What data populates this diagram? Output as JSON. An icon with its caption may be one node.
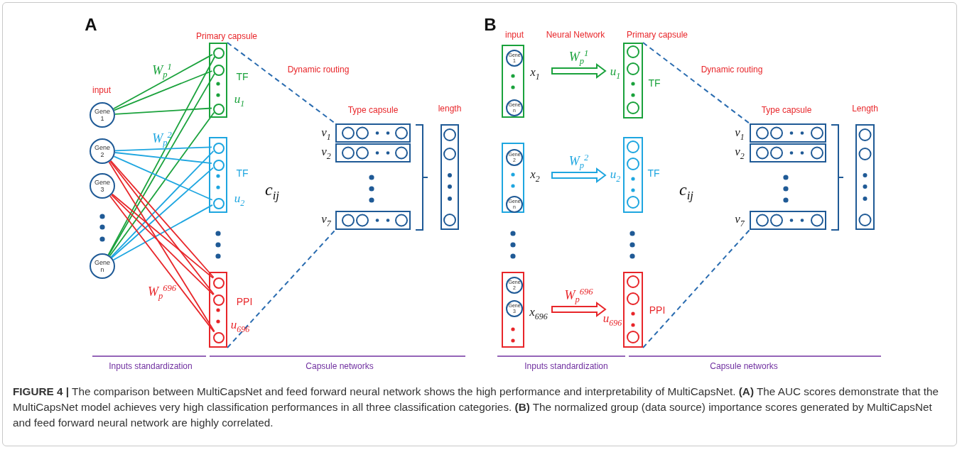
{
  "diagram": {
    "caption": "**FIGURE 4 |** The comparison between MultiCapsNet and feed forward neural network shows the high performance and interpretability of MultiCapsNet. **(A)** The AUC scores demonstrate that the MultiCapsNet model achieves very high classification performances in all three classification categories. **(B)** The normalized group (data source) importance scores generated by MultiCapsNet and feed forward neural network are highly correlated.",
    "nodes": [
      {
        "text": [
          "Gene 1"
        ]
      },
      {
        "text": [
          "Gene 2"
        ]
      },
      {
        "text": [
          "Gene 3"
        ]
      },
      {
        "text": [
          "Gene n"
        ]
      },
      {
        "text": [],
        "shape": "box",
        "beside": [
          "TF",
          "u$_{1}$"
        ]
      },
      {
        "text": [],
        "shape": "circle",
        "in": 4
      },
      {
        "text": [],
        "shape": "circle",
        "in": 4
      },
      {
        "text": [],
        "shape": "circle",
        "in": 4
      },
      {
        "text": [],
        "shape": "box",
        "beside": [
          "TF",
          "u$_{2}$"
        ]
      },
      {
        "text": [],
        "shape": "circle",
        "in": 8
      },
      {
        "text": [],
        "shape": "circle",
        "in": 8
      },
      {
        "text": [],
        "shape": "circle",
        "in": 8
      },
      {
        "text": [],
        "shape": "box",
        "beside": [
          "PPI",
          "u$_{696}$"
        ]
      },
      {
        "text": [],
        "shape": "circle",
        "in": 12
      },
      {
        "text": [],
        "shape": "circle",
        "in": 12
      },
      {
        "text": [],
        "shape": "circle",
        "in": 12
      },
      {
        "text": [],
        "shape": "box",
        "beside": [
          "v$_{1}$"
        ]
      },
      {
        "text": [],
        "shape": "box",
        "beside": [
          "v$_{2}$"
        ]
      },
      {
        "text": [],
        "shape": "box",
        "beside": [
          "v$_{7}$"
        ]
      },
      {
        "text": [
          "length"
        ]
      },
      {
        "text": [],
        "shape": "box",
        "beside": [
          "x$_{1}$"
        ]
      },
      {
        "text": [
          "Gene 1"
        ],
        "in": 20
      },
      {
        "text": [
          "Gene n"
        ],
        "in": 20
      },
      {
        "text": [],
        "shape": "box",
        "beside": [
          "u$_{1}$",
          "TF"
        ]
      },
      {
        "text": [],
        "shape": "box",
        "beside": [
          "x$_{2}$"
        ]
      },
      {
        "text": [
          "Gene 2"
        ],
        "in": 24
      },
      {
        "text": [
          "Gene n"
        ],
        "in": 24
      },
      {
        "text": [],
        "shape": "box",
        "beside": [
          "u$_{2}$",
          "TF"
        ]
      },
      {
        "text": [],
        "shape": "box",
        "beside": [
          "x$_{696}$"
        ]
      },
      {
        "text": [
          "Gene 2"
        ],
        "in": 28
      },
      {
        "text": [
          "Gene 3"
        ],
        "in": 28
      },
      {
        "text": [],
        "shape": "box",
        "beside": [
          "u$_{696}$",
          "PPI"
        ]
      },
      {
        "text": [],
        "shape": "box",
        "beside": [
          "v$_{1}$"
        ]
      },
      {
        "text": [],
        "shape": "box",
        "beside": [
          "v$_{2}$"
        ]
      },
      {
        "text": [],
        "shape": "box",
        "beside": [
          "v$_{7}$"
        ]
      },
      {
        "text": [
          "Length"
        ]
      }
    ],
    "edges": [
      {
        "from": 0,
        "to": 5,
        "arrow": "none",
        "color": "#1aa23c"
      },
      {
        "from": 0,
        "to": 6,
        "arrow": "none",
        "color": "#1aa23c"
      },
      {
        "from": 0,
        "to": 7,
        "arrow": "none",
        "color": "#1aa23c"
      },
      {
        "from": 3,
        "to": 5,
        "arrow": "none",
        "color": "#1aa23c"
      },
      {
        "from": 3,
        "to": 6,
        "arrow": "none",
        "color": "#1aa23c"
      },
      {
        "from": 3,
        "to": 7,
        "arrow": "none",
        "color": "#1aa23c"
      },
      {
        "from": 1,
        "to": 9,
        "arrow": "none",
        "color": "#1ea6e0"
      },
      {
        "from": 1,
        "to": 10,
        "arrow": "none",
        "color": "#1ea6e0"
      },
      {
        "from": 1,
        "to": 11,
        "arrow": "none",
        "color": "#1ea6e0"
      },
      {
        "from": 3,
        "to": 9,
        "arrow": "none",
        "color": "#1ea6e0"
      },
      {
        "from": 3,
        "to": 10,
        "arrow": "none",
        "color": "#1ea6e0"
      },
      {
        "from": 3,
        "to": 11,
        "arrow": "none",
        "color": "#1ea6e0"
      },
      {
        "from": 1,
        "to": 13,
        "arrow": "none",
        "color": "#e8262a"
      },
      {
        "from": 1,
        "to": 14,
        "arrow": "none",
        "color": "#e8262a"
      },
      {
        "from": 1,
        "to": 15,
        "arrow": "none",
        "color": "#e8262a"
      },
      {
        "from": 2,
        "to": 13,
        "arrow": "none",
        "color": "#e8262a"
      },
      {
        "from": 2,
        "to": 14,
        "arrow": "none",
        "color": "#e8262a"
      },
      {
        "from": 2,
        "to": 15,
        "arrow": "none",
        "color": "#e8262a"
      },
      {
        "from": 4,
        "to": 16,
        "arrow": "none",
        "style": "dashed",
        "color": "#2a6cb0"
      },
      {
        "from": 12,
        "to": 18,
        "arrow": "none",
        "style": "dashed",
        "color": "#2a6cb0"
      },
      {
        "from": 20,
        "to": 23,
        "arrow": "to",
        "label": "W$_{p}$$^{1}$",
        "style": "thick",
        "color": "#1aa23c"
      },
      {
        "from": 24,
        "to": 27,
        "arrow": "to",
        "label": "W$_{p}$$^{2}$",
        "style": "thick",
        "color": "#1ea6e0"
      },
      {
        "from": 28,
        "to": 31,
        "arrow": "to",
        "label": "W$_{p}$$^{696}$",
        "style": "thick",
        "color": "#e8262a"
      },
      {
        "from": 23,
        "to": 32,
        "arrow": "none",
        "style": "dashed",
        "color": "#2a6cb0"
      },
      {
        "from": 31,
        "to": 34,
        "arrow": "none",
        "style": "dashed",
        "color": "#2a6cb0"
      }
    ],
    "labels": [
      "A",
      "input",
      "Primary capsule",
      "W$_{p}$$^{1}$",
      "Dynamic routing",
      "Type capsule",
      "W$_{p}$$^{2}$",
      "c$_{ij}$",
      "W$_{p}$$^{696}$",
      "Inputs standardization",
      "Capsule networks",
      "B",
      "input",
      "Neural Network",
      "Primary capsule",
      "Dynamic routing",
      "Type capsule",
      "c$_{ij}$",
      "Inputs standardization",
      "Capsule networks"
    ]
  }
}
